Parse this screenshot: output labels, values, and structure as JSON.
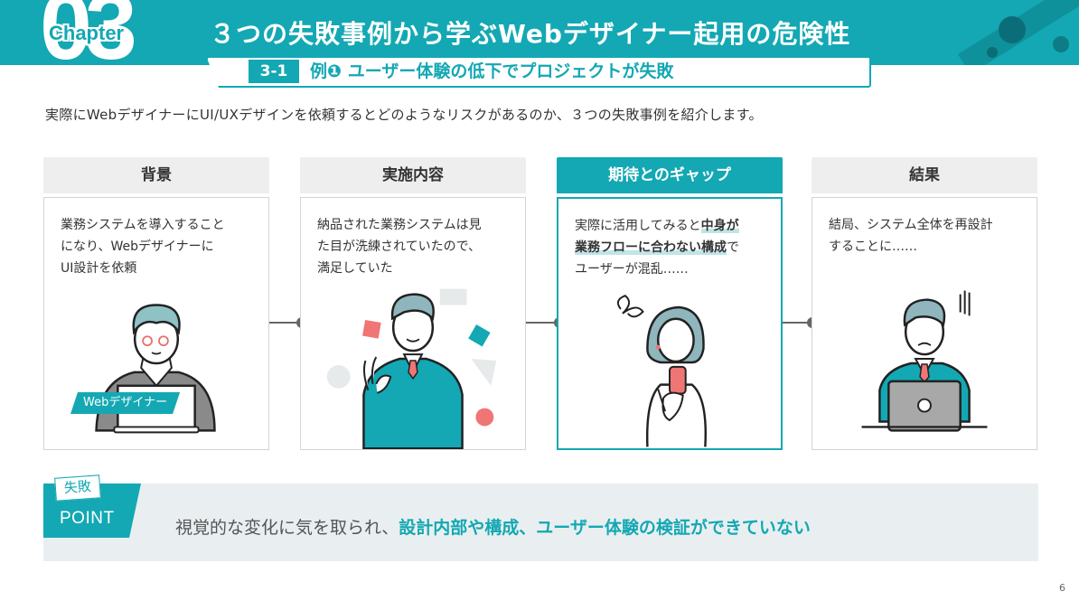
{
  "header": {
    "chapter_label": "Chapter",
    "chapter_number": "03",
    "title": "３つの失敗事例から学ぶWebデザイナー起用の危険性"
  },
  "subtitle": {
    "section_number": "3-1",
    "text": "例❶ ユーザー体験の低下でプロジェクトが失敗"
  },
  "intro": "実際にWebデザイナーにUI/UXデザインを依頼するとどのようなリスクがあるのか、３つの失敗事例を紹介します。",
  "steps": [
    {
      "title": "背景",
      "lines": [
        "業務システムを導入すること",
        "になり、Webデザイナーに",
        "UI設計を依頼"
      ],
      "tag": "Webデザイナー"
    },
    {
      "title": "実施内容",
      "lines": [
        "納品された業務システムは見",
        "た目が洗練されていたので、",
        "満足していた"
      ]
    },
    {
      "title": "期待とのギャップ",
      "line1_plain": "実際に活用してみると",
      "line1_hl": "中身が",
      "line2_hl": "業務フローに合わない構成",
      "line2_plain": "で",
      "line3": "ユーザーが混乱……"
    },
    {
      "title": "結果",
      "lines": [
        "結局、システム全体を再設計",
        "することに……"
      ]
    }
  ],
  "point": {
    "tag": "失敗",
    "label": "POINT",
    "text_plain": "視覚的な変化に気を取られ、",
    "text_emphasis": "設計内部や構成、ユーザー体験の検証ができていない"
  },
  "page_number": "6",
  "colors": {
    "accent": "#13a8b3",
    "card_header": "#eeeeee",
    "point_bg": "#e9eff0",
    "highlight": "#bfe5e6",
    "connector": "#666666"
  }
}
